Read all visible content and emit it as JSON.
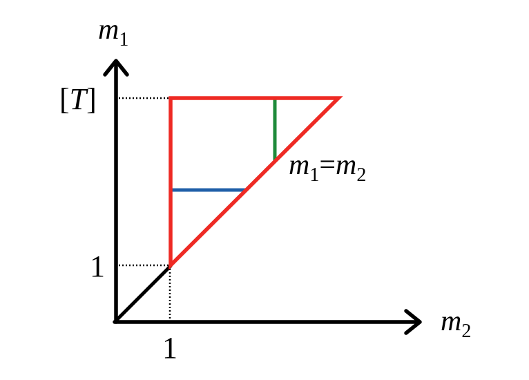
{
  "axes": {
    "y_label": {
      "base": "m",
      "sub": "1"
    },
    "x_label": {
      "base": "m",
      "sub": "2"
    },
    "y_tick_top": "[T]",
    "y_tick_one": "1",
    "x_tick_one": "1"
  },
  "diagonal_label": {
    "left_base": "m",
    "left_sub": "1",
    "equals": "=",
    "right_base": "m",
    "right_sub": "2"
  },
  "colors": {
    "axis": "#000000",
    "region": "#ee2a24",
    "horizontal_segment": "#1f5fa8",
    "vertical_segment": "#1e8a3a",
    "guides": "#000000"
  }
}
